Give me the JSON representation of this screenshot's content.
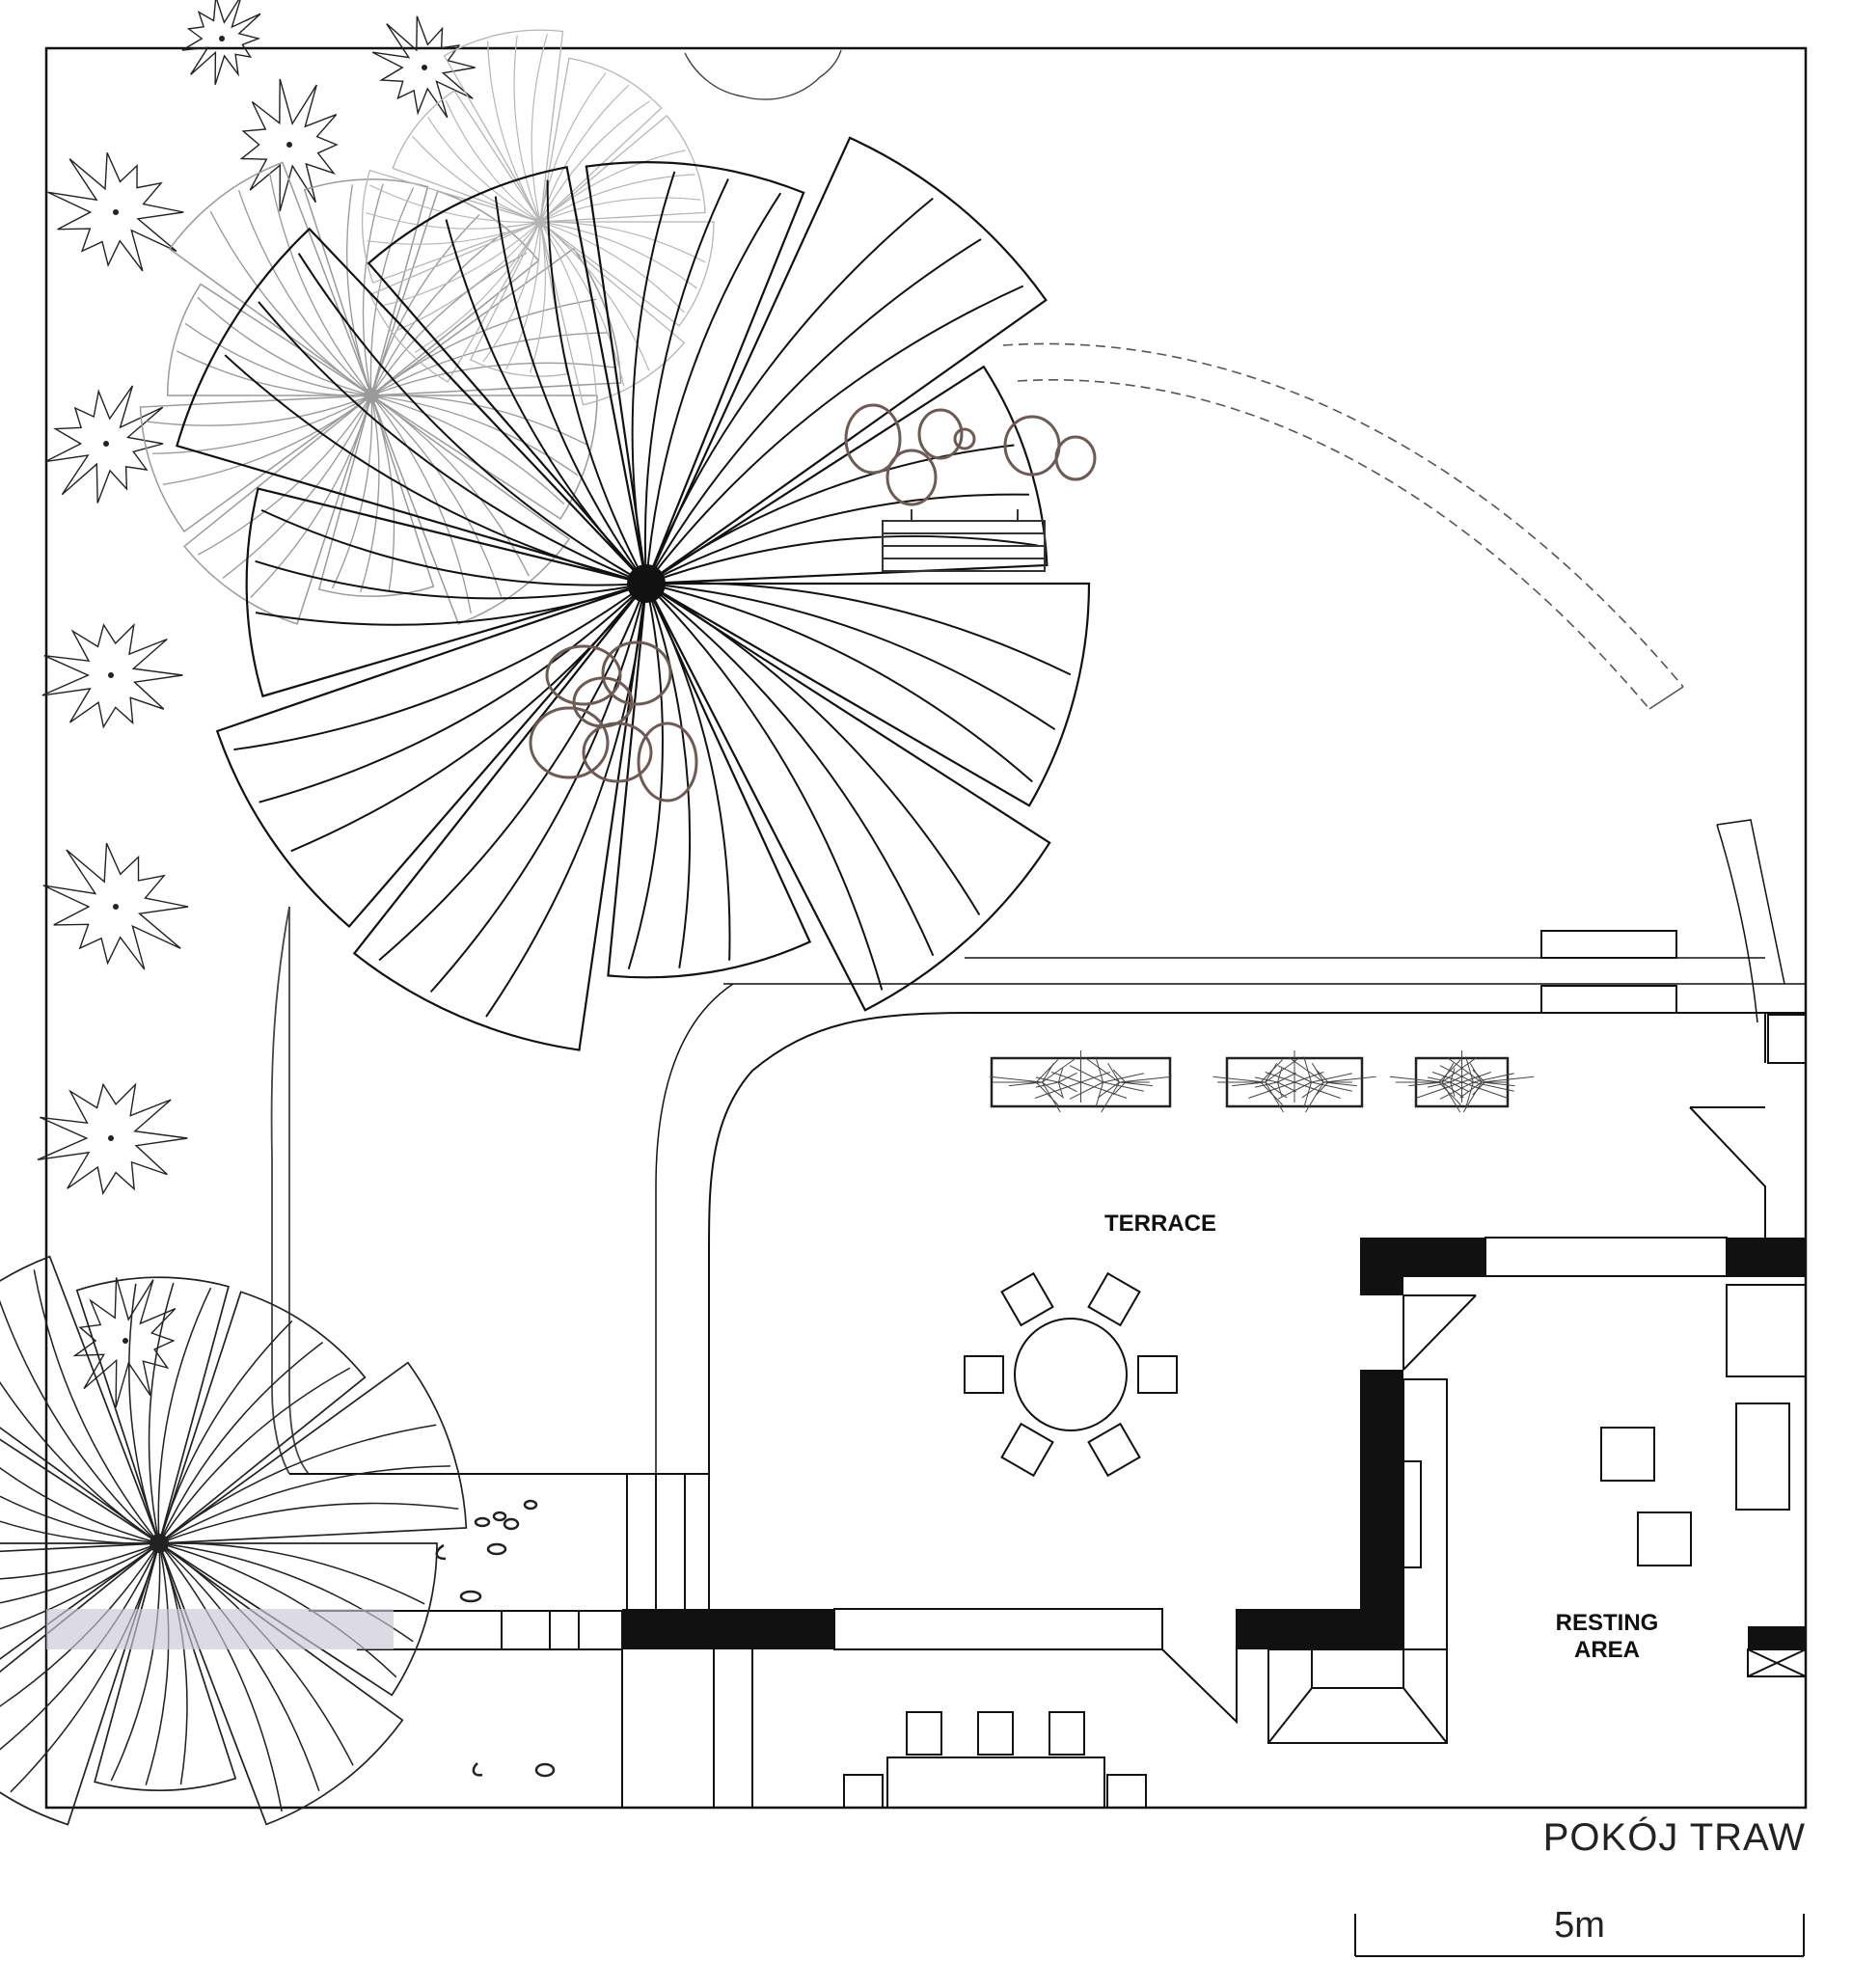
{
  "labels": {
    "terrace": "TERRACE",
    "resting_line1": "RESTING",
    "resting_line2": "AREA",
    "studio": "POKÓJ TRAW",
    "scale": "5m"
  },
  "colors": {
    "line": "#111111",
    "wall": "#111111",
    "rock": "#6e5a55",
    "tree_shadow": "#9a9a9a",
    "pergola_tint": "#c9c6d3",
    "grass_fill": "#f1f1f1"
  },
  "icons": {
    "large_tree": "tree-canopy-icon",
    "small_tree": "tree-canopy-icon",
    "shrub": "shrub-icon",
    "rock": "boulder-icon",
    "bench": "bench-icon",
    "table": "round-table-icon",
    "planter": "grass-planter-icon"
  }
}
